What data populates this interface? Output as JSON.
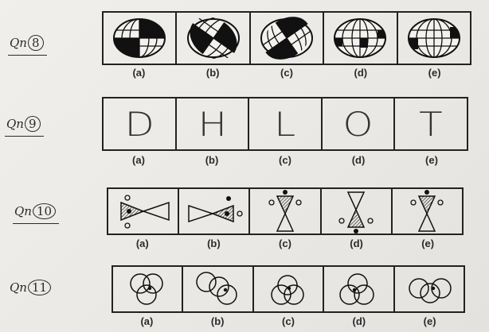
{
  "questions": [
    {
      "prefix": "Qn",
      "number": "8",
      "options": [
        "(a)",
        "(b)",
        "(c)",
        "(d)",
        "(e)"
      ]
    },
    {
      "prefix": "Qn",
      "number": "9",
      "options": [
        "(a)",
        "(b)",
        "(c)",
        "(d)",
        "(e)"
      ],
      "letters": [
        "D",
        "H",
        "L",
        "O",
        "T"
      ]
    },
    {
      "prefix": "Qn",
      "number": "10",
      "options": [
        "(a)",
        "(b)",
        "(c)",
        "(d)",
        "(e)"
      ]
    },
    {
      "prefix": "Qn",
      "number": "11",
      "options": [
        "(a)",
        "(b)",
        "(c)",
        "(d)",
        "(e)"
      ]
    }
  ]
}
